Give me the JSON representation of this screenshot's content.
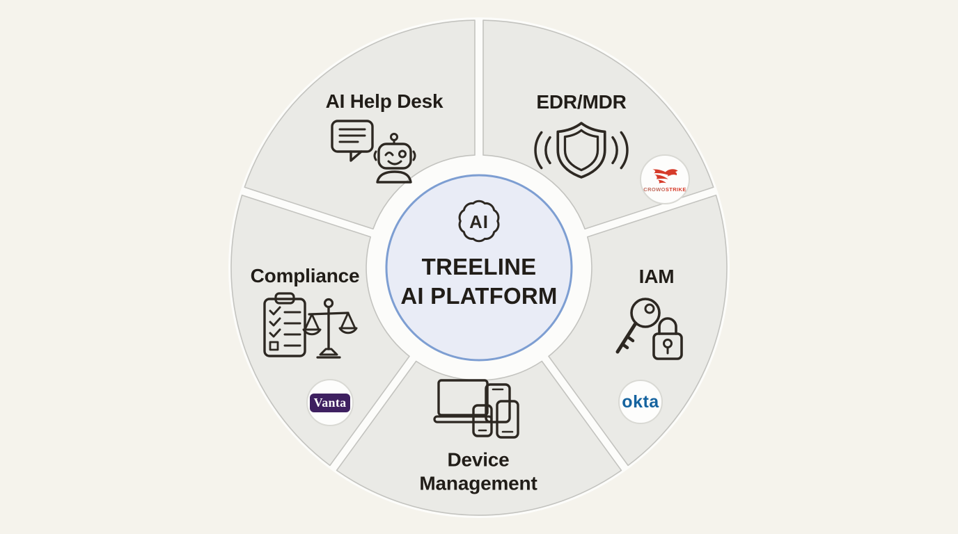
{
  "center": {
    "title_line1": "TREELINE",
    "title_line2": "AI PLATFORM",
    "brain_label": "AI",
    "icon": "ai-brain-icon"
  },
  "segments": [
    {
      "id": "ai-help-desk",
      "label": "AI Help Desk",
      "icon": "chat-robot-icon"
    },
    {
      "id": "edr-mdr",
      "label": "EDR/MDR",
      "icon": "shield-sonar-icon",
      "vendor_logo": "crowdstrike-logo",
      "vendor_text_light": "CROWO",
      "vendor_text_bold": "STRIKE"
    },
    {
      "id": "iam",
      "label": "IAM",
      "icon": "key-lock-icon",
      "vendor_logo": "okta-logo",
      "vendor_text": "okta"
    },
    {
      "id": "device-management",
      "label": "Device Management",
      "icon": "devices-icon"
    },
    {
      "id": "compliance",
      "label": "Compliance",
      "icon": "clipboard-scales-icon",
      "vendor_logo": "vanta-logo",
      "vendor_text": "Vanta"
    }
  ],
  "colors": {
    "background": "#f5f3ec",
    "segment_fill": "#eaeae6",
    "segment_border": "#c3c3bf",
    "divider_white": "#fcfcfa",
    "center_fill": "#e9ecf6",
    "center_border": "#7d9ed2",
    "text": "#211d18",
    "okta_blue": "#15639f",
    "vanta_purple": "#3e2060",
    "crowdstrike_red": "#d63b2a"
  }
}
